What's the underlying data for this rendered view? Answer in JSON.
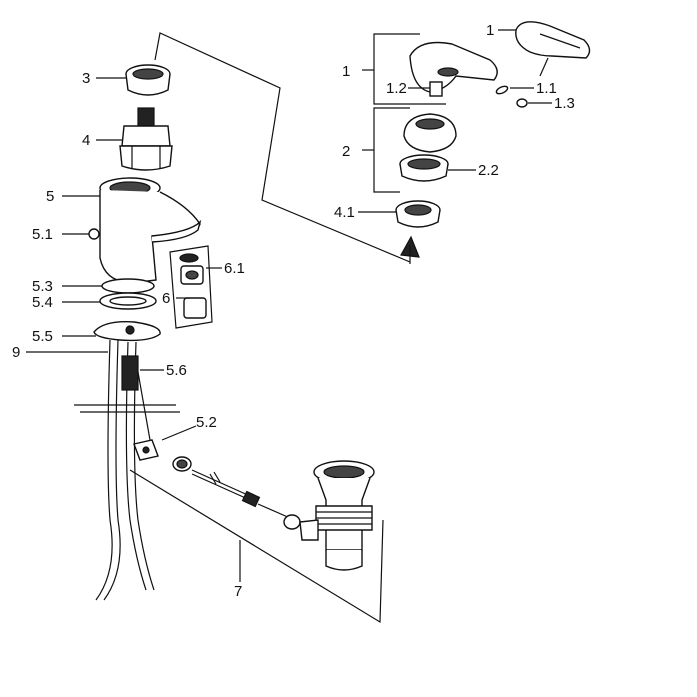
{
  "callouts": {
    "c1_top": "1",
    "c1_left": "1",
    "c1_1": "1.1",
    "c1_2": "1.2",
    "c1_3": "1.3",
    "c2": "2",
    "c2_2": "2.2",
    "c3": "3",
    "c4": "4",
    "c4_1": "4.1",
    "c5": "5",
    "c5_1": "5.1",
    "c5_2": "5.2",
    "c5_3": "5.3",
    "c5_4": "5.4",
    "c5_5": "5.5",
    "c5_6": "5.6",
    "c6": "6",
    "c6_1": "6.1",
    "c7": "7",
    "c9": "9"
  }
}
